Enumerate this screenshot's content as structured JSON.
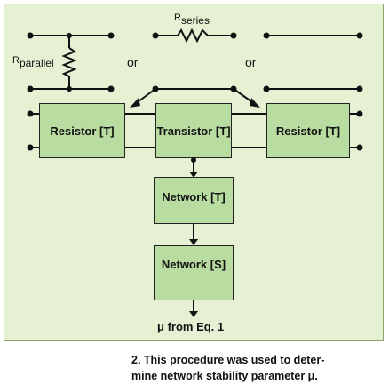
{
  "labels": {
    "r_parallel_main": "R",
    "r_parallel_sub": "parallel",
    "r_series_main": "R",
    "r_series_sub": "series",
    "or_left": "or",
    "or_right": "or",
    "mu_from_eq": "μ from Eq. 1"
  },
  "boxes": {
    "resistor_left": "Resistor [T]",
    "transistor": "Transistor [T]",
    "resistor_right": "Resistor [T]",
    "network_t": "Network [T]",
    "network_s": "Network [S]"
  },
  "caption": {
    "line1": "2. This procedure was used to deter-",
    "line2": "mine network stability parameter μ."
  },
  "colors": {
    "panel_bg": "#e6f0d2",
    "box_fill": "#b9dca0"
  }
}
